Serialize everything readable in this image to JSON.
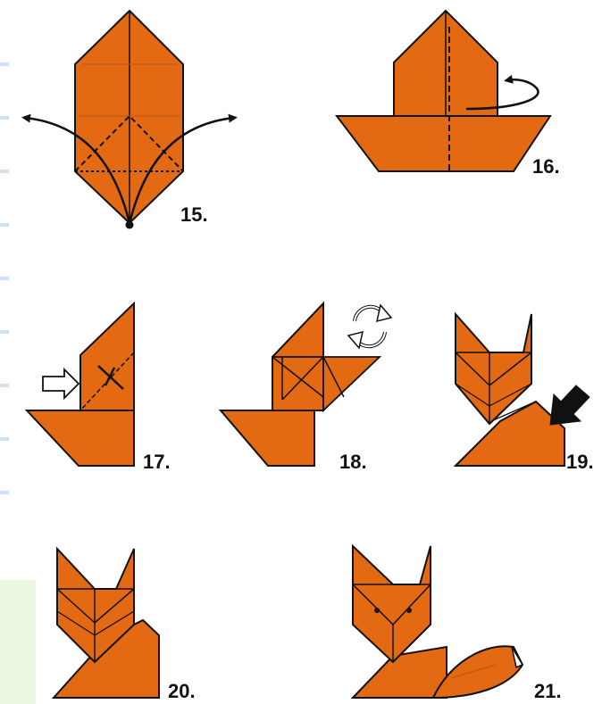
{
  "colors": {
    "paper_orange": "#E36A12",
    "line": "#111111",
    "fold_red": "#b5551a",
    "hint_green": "#eaf8e2",
    "edge_blue": "#cfe2f5"
  },
  "steps": [
    {
      "id": "15",
      "label": "15."
    },
    {
      "id": "16",
      "label": "16."
    },
    {
      "id": "17",
      "label": "17."
    },
    {
      "id": "18",
      "label": "18."
    },
    {
      "id": "19",
      "label": "19."
    },
    {
      "id": "20",
      "label": "20."
    },
    {
      "id": "21",
      "label": "21."
    }
  ],
  "icons": {
    "rotate": "rotate-icon",
    "push_arrow": "push-arrow-icon",
    "open_arrow": "open-arrow-icon",
    "turn_over": "turn-over-arrow-icon"
  }
}
